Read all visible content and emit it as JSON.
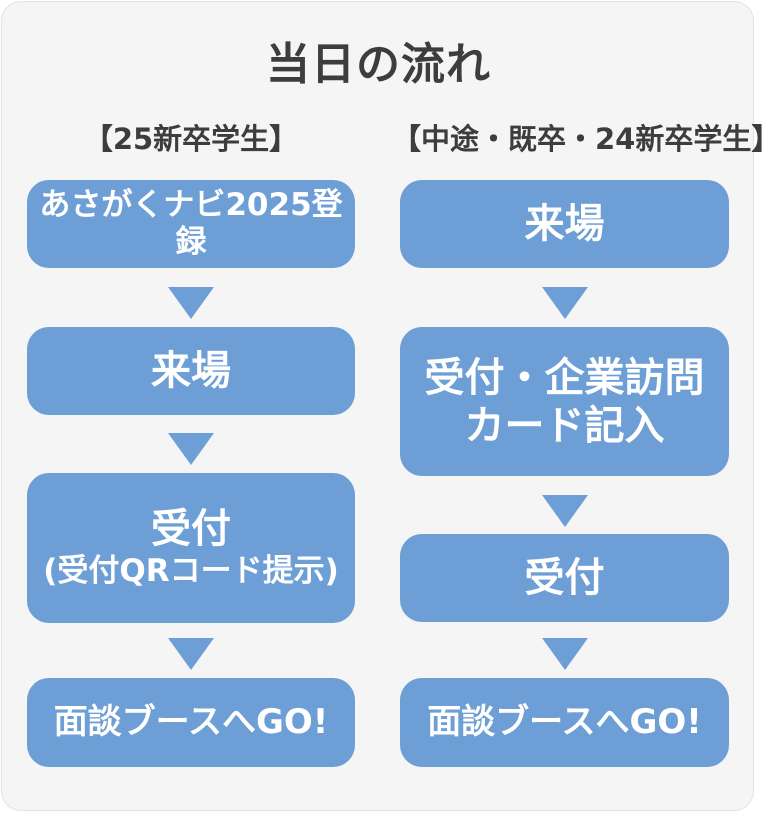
{
  "title": "当日の流れ",
  "left_column": {
    "heading": "【25新卒学生】",
    "steps": [
      {
        "line1": "あさがくナビ2025登録"
      },
      {
        "line1": "来場"
      },
      {
        "line1": "受付",
        "line2": "(受付QRコード提示)"
      },
      {
        "line1": "面談ブースへGO!"
      }
    ]
  },
  "right_column": {
    "heading": "【中途・既卒・24新卒学生】",
    "steps": [
      {
        "line1": "来場"
      },
      {
        "line1": "受付・企業訪問",
        "line2": "カード記入"
      },
      {
        "line1": "受付"
      },
      {
        "line1": "面談ブースへGO!"
      }
    ]
  },
  "colors": {
    "box_fill": "#6d9fd6",
    "box_text": "#ffffff",
    "title_text": "#3d3d3d",
    "background": "#f5f5f5"
  }
}
